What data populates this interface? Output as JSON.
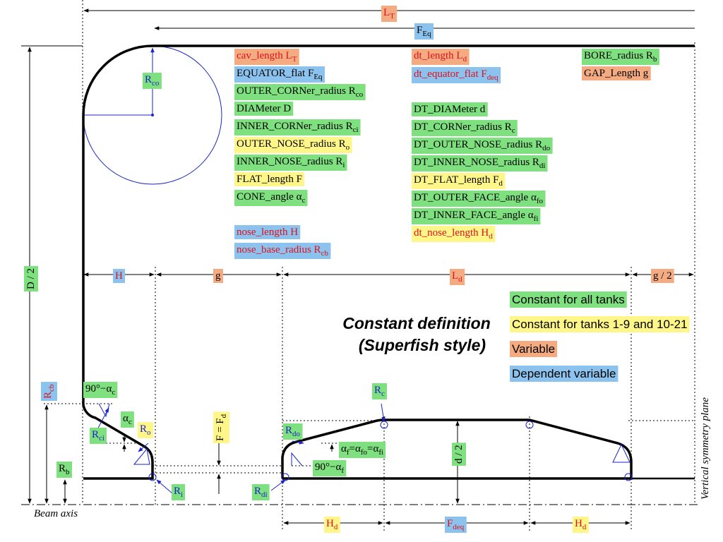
{
  "colors": {
    "green": "#7ee07e",
    "yellow": "#fff68a",
    "orange": "#f4ab82",
    "blue": "#8cc2ee",
    "red_text": "#e0101c",
    "blue_line": "#1b24c9",
    "black": "#000000"
  },
  "title": {
    "line1": "Constant definition",
    "line2": "(Superfish style)"
  },
  "legend": [
    {
      "text": "Constant for all tanks",
      "color": "green"
    },
    {
      "text": "Constant for tanks 1-9 and 10-21",
      "color": "yellow"
    },
    {
      "text": "Variable",
      "color": "orange"
    },
    {
      "text": "Dependent variable",
      "color": "blue"
    }
  ],
  "params_left": [
    {
      "name": "cav_length",
      "sym": "L",
      "sub": "T",
      "color": "orange",
      "red": true
    },
    {
      "name": "EQUATOR_flat",
      "sym": "F",
      "sub": "Eq",
      "color": "blue",
      "red": false
    },
    {
      "name": "OUTER_CORNer_radius",
      "sym": "R",
      "sub": "co",
      "color": "green",
      "red": false
    },
    {
      "name": "DIAMeter",
      "sym": "D",
      "sub": "",
      "color": "green",
      "red": false
    },
    {
      "name": "INNER_CORNer_radius",
      "sym": "R",
      "sub": "ci",
      "color": "green",
      "red": false
    },
    {
      "name": "OUTER_NOSE_radius",
      "sym": "R",
      "sub": "o",
      "color": "yellow",
      "red": false
    },
    {
      "name": "INNER_NOSE_radius",
      "sym": "R",
      "sub": "i",
      "color": "green",
      "red": false
    },
    {
      "name": "FLAT_length",
      "sym": "F",
      "sub": "",
      "color": "yellow",
      "red": false
    },
    {
      "name": "CONE_angle",
      "sym": "α",
      "sub": "c",
      "color": "green",
      "red": false
    },
    {
      "name": "nose_length",
      "sym": "H",
      "sub": "",
      "color": "blue",
      "red": true
    },
    {
      "name": "nose_base_radius",
      "sym": "R",
      "sub": "cb",
      "color": "blue",
      "red": true
    }
  ],
  "params_mid": [
    {
      "name": "dt_length",
      "sym": "L",
      "sub": "d",
      "color": "orange",
      "red": true
    },
    {
      "name": "dt_equator_flat",
      "sym": "F",
      "sub": "deq",
      "color": "blue",
      "red": true
    },
    {
      "name": "DT_DIAMeter",
      "sym": "d",
      "sub": "",
      "color": "green",
      "red": false
    },
    {
      "name": "DT_CORNer_radius",
      "sym": "R",
      "sub": "c",
      "color": "green",
      "red": false
    },
    {
      "name": "DT_OUTER_NOSE_radius",
      "sym": "R",
      "sub": "do",
      "color": "green",
      "red": false
    },
    {
      "name": "DT_INNER_NOSE_radius",
      "sym": "R",
      "sub": "di",
      "color": "green",
      "red": false
    },
    {
      "name": "DT_FLAT_length",
      "sym": "F",
      "sub": "d",
      "color": "yellow",
      "red": false
    },
    {
      "name": "DT_OUTER_FACE_angle",
      "sym": "α",
      "sub": "fo",
      "color": "green",
      "red": false
    },
    {
      "name": "DT_INNER_FACE_angle",
      "sym": "α",
      "sub": "fi",
      "color": "green",
      "red": false
    },
    {
      "name": "dt_nose_length",
      "sym": "H",
      "sub": "d",
      "color": "yellow",
      "red": true
    }
  ],
  "params_right": [
    {
      "name": "BORE_radius",
      "sym": "R",
      "sub": "b",
      "color": "green",
      "red": false
    },
    {
      "name": "GAP_Length",
      "sym": "g",
      "sub": "",
      "color": "orange",
      "red": false
    }
  ],
  "dims": {
    "LT": {
      "sym": "L",
      "sub": "T"
    },
    "FEq": {
      "sym": "F",
      "sub": "Eq"
    },
    "D2": "D / 2",
    "H": "H",
    "g": "g",
    "Ld": {
      "sym": "L",
      "sub": "d"
    },
    "g2": "g / 2",
    "Rcb": {
      "sym": "R",
      "sub": "cb"
    },
    "Rb": {
      "sym": "R",
      "sub": "b"
    },
    "F_Fd": "F = F",
    "F_Fd_sub": "d",
    "d2": "d / 2",
    "Hd": {
      "sym": "H",
      "sub": "d"
    },
    "Fdeq": {
      "sym": "F",
      "sub": "deq"
    }
  },
  "annot": {
    "Rco": {
      "sym": "R",
      "sub": "co"
    },
    "Rci": {
      "sym": "R",
      "sub": "ci"
    },
    "Ro": {
      "sym": "R",
      "sub": "o"
    },
    "Ri": {
      "sym": "R",
      "sub": "i"
    },
    "ac": {
      "sym": "α",
      "sub": "c"
    },
    "ninety_ac": "90°−α",
    "ninety_ac_sub": "c",
    "Rdo": {
      "sym": "R",
      "sub": "do"
    },
    "Rdi": {
      "sym": "R",
      "sub": "di"
    },
    "Rc": {
      "sym": "R",
      "sub": "c"
    },
    "af_a": "α",
    "af_b": "=α",
    "af_c": "=α",
    "af_sub1": "f",
    "af_sub2": "fo",
    "af_sub3": "fi",
    "ninety_af": "90°−α",
    "ninety_af_sub": "f"
  },
  "beam_axis": "Beam axis",
  "symmetry_plane": "Vertical symmetry plane"
}
